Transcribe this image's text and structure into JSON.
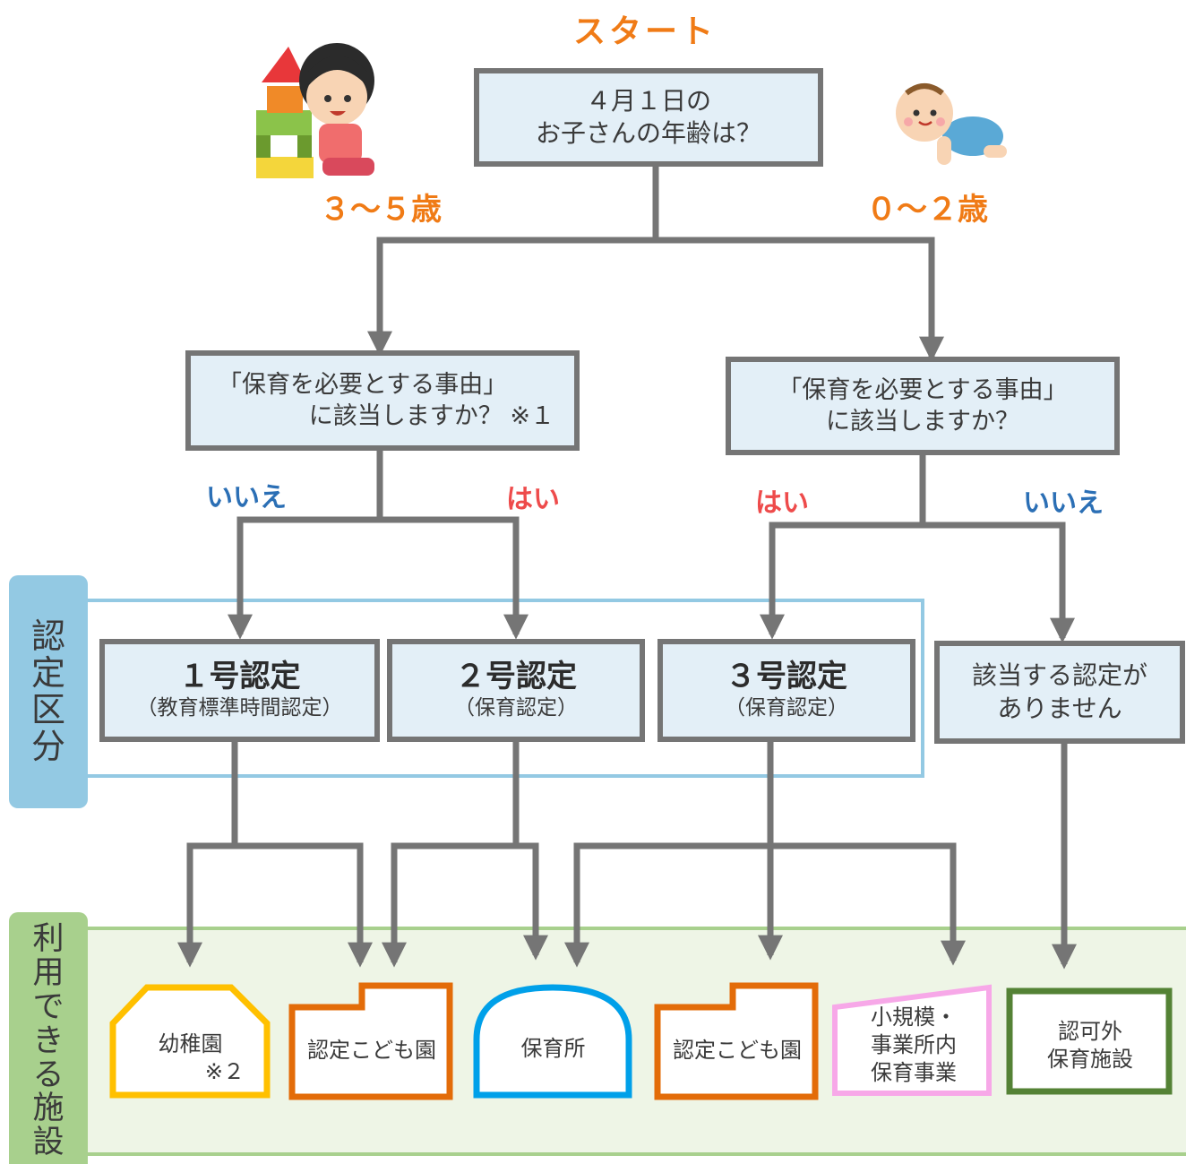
{
  "start": "スタート",
  "question_age": [
    "４月１日の",
    "お子さんの年齢は？"
  ],
  "age_3_5": "３～５歳",
  "age_0_2": "０～２歳",
  "question_left": [
    "「保育を必要とする事由」",
    "に該当しますか？ ※１"
  ],
  "question_right": [
    "「保育を必要とする事由」",
    "に該当しますか？"
  ],
  "answers": {
    "no": "いいえ",
    "yes": "はい"
  },
  "category_label": [
    "認",
    "定",
    "区",
    "分"
  ],
  "facility_label": [
    "利",
    "用",
    "で",
    "き",
    "る",
    "施",
    "設"
  ],
  "certs": [
    {
      "title": "１号認定",
      "sub": "（教育標準時間認定）"
    },
    {
      "title": "２号認定",
      "sub": "（保育認定）"
    },
    {
      "title": "３号認定",
      "sub": "（保育認定）"
    }
  ],
  "no_cert": [
    "該当する認定が",
    "ありません"
  ],
  "facilities": {
    "kindergarten": [
      "幼稚園",
      "※２"
    ],
    "kodomoen_1": "認定こども園",
    "nursery": "保育所",
    "kodomoen_2": "認定こども園",
    "small_scale": [
      "小規模・",
      "事業所内",
      "保育事業"
    ],
    "unlicensed": [
      "認可外",
      "保育施設"
    ]
  },
  "colors": {
    "box_fill": "#e3eff7",
    "box_border": "#757575",
    "accent_orange": "#f07b16",
    "answer_no": "#2b6fb5",
    "answer_yes": "#ee4b4b",
    "category_tab": "#93c9e3",
    "facility_tab": "#a8d08d",
    "kindergarten": "#ffc000",
    "kodomoen": "#e36c09",
    "nursery": "#00a0e9",
    "small_scale": "#f7a8e8",
    "unlicensed": "#548235"
  }
}
